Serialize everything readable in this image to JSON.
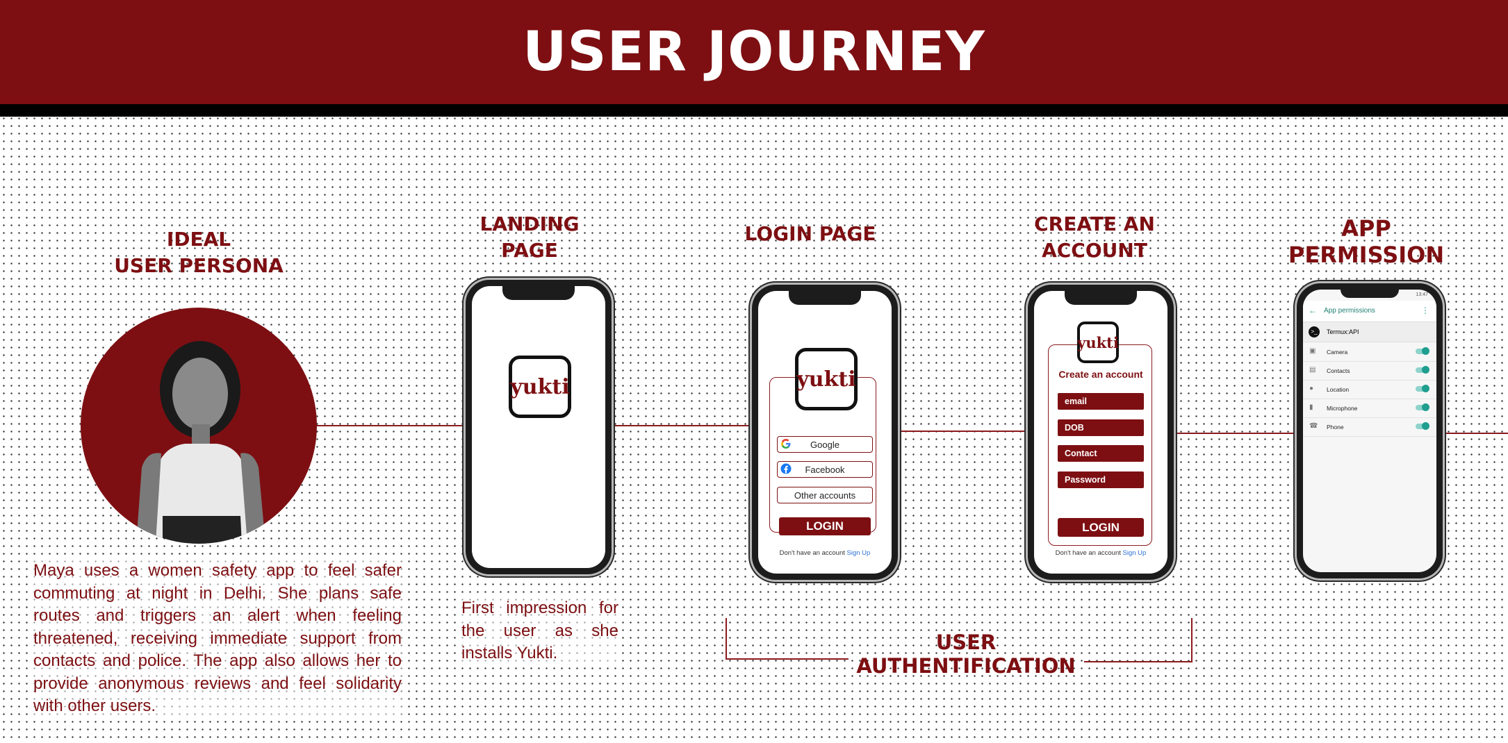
{
  "header": {
    "title": "USER JOURNEY"
  },
  "steps": {
    "persona_title_1": "IDEAL",
    "persona_title_2": "USER PERSONA",
    "landing_title_1": "LANDING",
    "landing_title_2": "PAGE",
    "login_title": "LOGIN PAGE",
    "create_title_1": "CREATE AN",
    "create_title_2": "ACCOUNT",
    "permission_title": "APP PERMISSION"
  },
  "persona": {
    "description": "Maya uses a women safety app to feel safer commuting at night in Delhi. She plans safe routes and triggers an alert when feeling threatened, receiving immediate support from contacts and police. The app also allows her to provide anonymous reviews and feel solidarity with other users."
  },
  "landing": {
    "logo_text": "yukti",
    "description": "First impression for the user as she installs Yukti."
  },
  "login": {
    "logo_text": "yukti",
    "google": "Google",
    "facebook": "Facebook",
    "other": "Other accounts",
    "login_button": "LOGIN",
    "no_account": "Don't have an account",
    "sign_up": "Sign Up"
  },
  "create": {
    "logo_text": "yukti",
    "heading": "Create an account",
    "fields": [
      "email",
      "DOB",
      "Contact",
      "Password"
    ],
    "login_button": "LOGIN",
    "no_account": "Don't have an account",
    "sign_up": "Sign Up"
  },
  "permission": {
    "time": "13:47",
    "title": "App permissions",
    "app_name": "Termux:API",
    "items": [
      "Camera",
      "Contacts",
      "Location",
      "Microphone",
      "Phone"
    ]
  },
  "auth_label": "USER AUTHENTIFICATION",
  "colors": {
    "brand": "#7d0f12",
    "accent_link": "#2b6fd6",
    "toggle": "#1f9e8f"
  }
}
